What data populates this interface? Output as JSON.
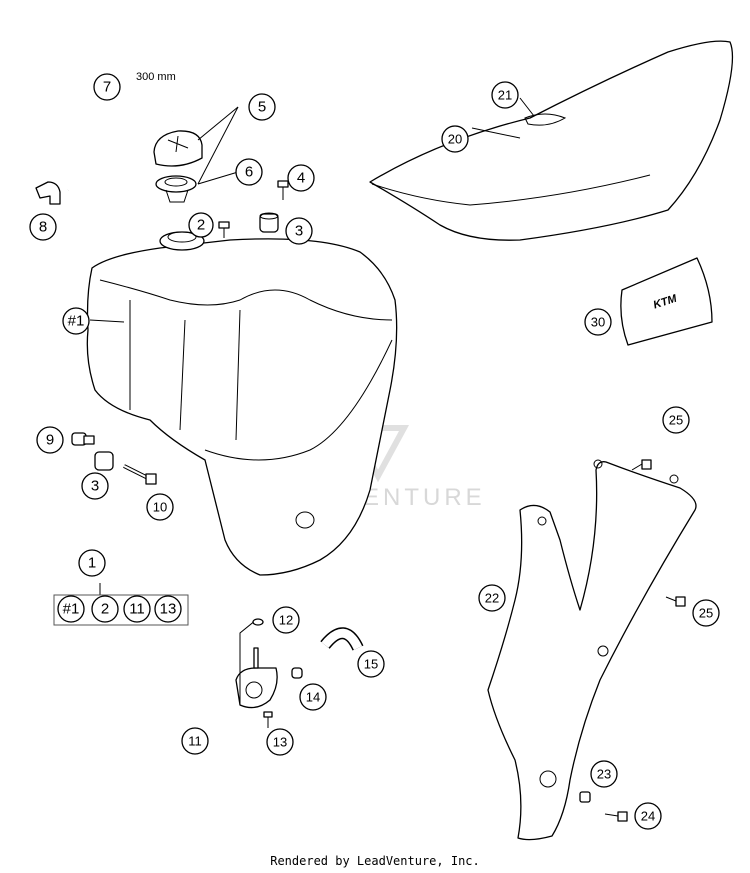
{
  "annotation": "300 mm",
  "callouts": {
    "c1": "1",
    "c2a": "2",
    "c2b": "2",
    "c3a": "3",
    "c3b": "3",
    "c4": "4",
    "c5": "5",
    "c6": "6",
    "c7": "7",
    "c8": "8",
    "c9": "9",
    "c10": "10",
    "c11a": "11",
    "c11b": "11",
    "c12": "12",
    "c13a": "13",
    "c13b": "13",
    "c14": "14",
    "c15": "15",
    "c20": "20",
    "c21": "21",
    "c22": "22",
    "c23": "23",
    "c24": "24",
    "c25a": "25",
    "c25b": "25",
    "c30": "30",
    "h1a": "#1",
    "h1b": "#1"
  },
  "watermark": "LEADVENTURE",
  "decal_logo": "KTM",
  "footer": "Rendered by LeadVenture, Inc."
}
